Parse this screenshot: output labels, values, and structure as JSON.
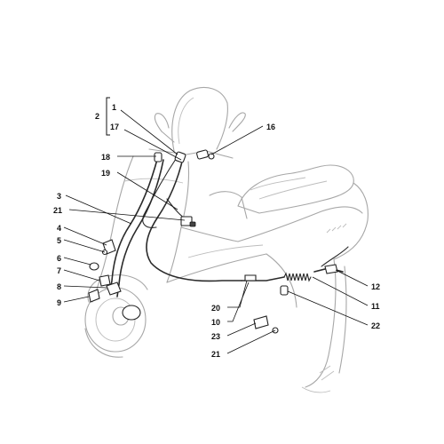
{
  "callouts": [
    {
      "key": "c1",
      "text": "1"
    },
    {
      "key": "c2",
      "text": "2"
    },
    {
      "key": "c17",
      "text": "17"
    },
    {
      "key": "c16",
      "text": "16"
    },
    {
      "key": "c18",
      "text": "18"
    },
    {
      "key": "c19",
      "text": "19"
    },
    {
      "key": "c3",
      "text": "3"
    },
    {
      "key": "c21a",
      "text": "21"
    },
    {
      "key": "c4",
      "text": "4"
    },
    {
      "key": "c5",
      "text": "5"
    },
    {
      "key": "c6",
      "text": "6"
    },
    {
      "key": "c7",
      "text": "7"
    },
    {
      "key": "c8",
      "text": "8"
    },
    {
      "key": "c9",
      "text": "9"
    },
    {
      "key": "c12",
      "text": "12"
    },
    {
      "key": "c11",
      "text": "11"
    },
    {
      "key": "c22",
      "text": "22"
    },
    {
      "key": "c20",
      "text": "20"
    },
    {
      "key": "c10",
      "text": "10"
    },
    {
      "key": "c23",
      "text": "23"
    },
    {
      "key": "c21b",
      "text": "21"
    }
  ],
  "icons": {
    "scooter": "scooter-outline-icon"
  }
}
